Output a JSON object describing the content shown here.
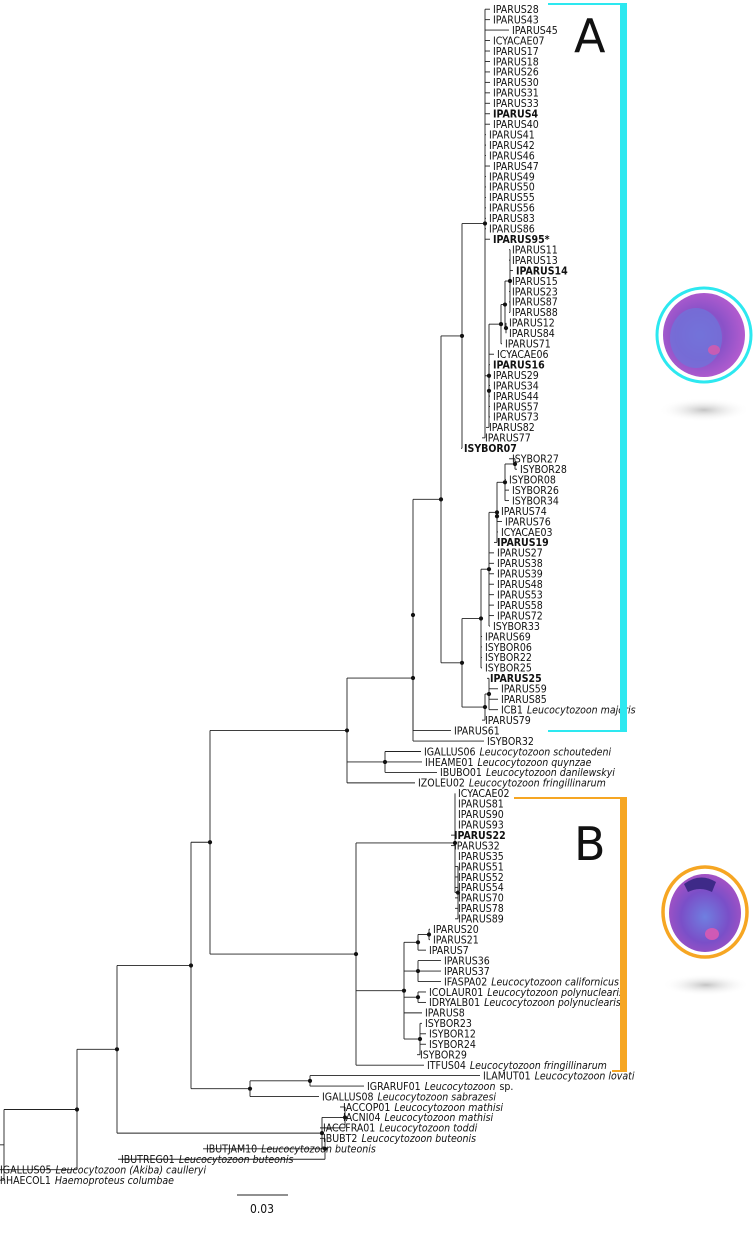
{
  "figure": {
    "scale_bar": "0.03"
  },
  "clades": [
    {
      "label": "A",
      "color": "#2de8f0"
    },
    {
      "label": "B",
      "color": "#f6a623"
    }
  ],
  "taxa": [
    {
      "id": "IPARUS28"
    },
    {
      "id": "IPARUS43"
    },
    {
      "id": "IPARUS45"
    },
    {
      "id": "ICYACAE07"
    },
    {
      "id": "IPARUS17"
    },
    {
      "id": "IPARUS18"
    },
    {
      "id": "IPARUS26"
    },
    {
      "id": "IPARUS30"
    },
    {
      "id": "IPARUS31"
    },
    {
      "id": "IPARUS33"
    },
    {
      "id": "IPARUS4",
      "bold": true
    },
    {
      "id": "IPARUS40"
    },
    {
      "id": "IPARUS41"
    },
    {
      "id": "IPARUS42"
    },
    {
      "id": "IPARUS46"
    },
    {
      "id": "IPARUS47"
    },
    {
      "id": "IPARUS49"
    },
    {
      "id": "IPARUS50"
    },
    {
      "id": "IPARUS55"
    },
    {
      "id": "IPARUS56"
    },
    {
      "id": "IPARUS83"
    },
    {
      "id": "IPARUS86"
    },
    {
      "id": "IPARUS95*",
      "bold": true
    },
    {
      "id": "IPARUS11"
    },
    {
      "id": "IPARUS13"
    },
    {
      "id": "IPARUS14",
      "bold": true
    },
    {
      "id": "IPARUS15"
    },
    {
      "id": "IPARUS23"
    },
    {
      "id": "IPARUS87"
    },
    {
      "id": "IPARUS88"
    },
    {
      "id": "IPARUS12"
    },
    {
      "id": "IPARUS84"
    },
    {
      "id": "IPARUS71"
    },
    {
      "id": "ICYACAE06"
    },
    {
      "id": "IPARUS16",
      "bold": true
    },
    {
      "id": "IPARUS29"
    },
    {
      "id": "IPARUS34"
    },
    {
      "id": "IPARUS44"
    },
    {
      "id": "IPARUS57"
    },
    {
      "id": "IPARUS73"
    },
    {
      "id": "IPARUS82"
    },
    {
      "id": "IPARUS77"
    },
    {
      "id": "ISYBOR07",
      "bold": true
    },
    {
      "id": "ISYBOR27"
    },
    {
      "id": "ISYBOR28"
    },
    {
      "id": "ISYBOR08"
    },
    {
      "id": "ISYBOR26"
    },
    {
      "id": "ISYBOR34"
    },
    {
      "id": "IPARUS74"
    },
    {
      "id": "IPARUS76"
    },
    {
      "id": "ICYACAE03"
    },
    {
      "id": "IPARUS19",
      "bold": true
    },
    {
      "id": "IPARUS27"
    },
    {
      "id": "IPARUS38"
    },
    {
      "id": "IPARUS39"
    },
    {
      "id": "IPARUS48"
    },
    {
      "id": "IPARUS53"
    },
    {
      "id": "IPARUS58"
    },
    {
      "id": "IPARUS72"
    },
    {
      "id": "ISYBOR33"
    },
    {
      "id": "IPARUS69"
    },
    {
      "id": "ISYBOR06"
    },
    {
      "id": "ISYBOR22"
    },
    {
      "id": "ISYBOR25"
    },
    {
      "id": "IPARUS25",
      "bold": true
    },
    {
      "id": "IPARUS59"
    },
    {
      "id": "IPARUS85"
    },
    {
      "id": "ICB1",
      "species": "Leucocytozoon majoris"
    },
    {
      "id": "IPARUS79"
    },
    {
      "id": "IPARUS61"
    },
    {
      "id": "ISYBOR32"
    },
    {
      "id": "IGALLUS06",
      "species": "Leucocytozoon schoutedeni"
    },
    {
      "id": "IHEAME01",
      "species": "Leucocytozoon quynzae"
    },
    {
      "id": "IBUBO01",
      "species": "Leucocytozoon danilewskyi"
    },
    {
      "id": "IZOLEU02",
      "species": "Leucocytozoon fringillinarum"
    },
    {
      "id": "ICYACAE02"
    },
    {
      "id": "IPARUS81"
    },
    {
      "id": "IPARUS90"
    },
    {
      "id": "IPARUS93"
    },
    {
      "id": "IPARUS22",
      "bold": true
    },
    {
      "id": "IPARUS32"
    },
    {
      "id": "IPARUS35"
    },
    {
      "id": "IPARUS51"
    },
    {
      "id": "IPARUS52"
    },
    {
      "id": "IPARUS54"
    },
    {
      "id": "IPARUS70"
    },
    {
      "id": "IPARUS78"
    },
    {
      "id": "IPARUS89"
    },
    {
      "id": "IPARUS20"
    },
    {
      "id": "IPARUS21"
    },
    {
      "id": "IPARUS7"
    },
    {
      "id": "IPARUS36"
    },
    {
      "id": "IPARUS37"
    },
    {
      "id": "IFASPA02",
      "species": "Leucocytozoon californicus"
    },
    {
      "id": "ICOLAUR01",
      "species": "Leucocytozoon polynuclearis"
    },
    {
      "id": "IDRYALB01",
      "species": "Leucocytozoon polynuclearis"
    },
    {
      "id": "IPARUS8"
    },
    {
      "id": "ISYBOR23"
    },
    {
      "id": "ISYBOR12"
    },
    {
      "id": "ISYBOR24"
    },
    {
      "id": "ISYBOR29"
    },
    {
      "id": "ITFUS04",
      "species": "Leucocytozoon fringillinarum"
    },
    {
      "id": "ILAMUT01",
      "species": "Leucocytozoon lovati"
    },
    {
      "id": "IGRARUF01",
      "species": "Leucocytozoon",
      "suffix": "sp."
    },
    {
      "id": "IGALLUS08",
      "species": "Leucocytozoon sabrazesi"
    },
    {
      "id": "IACCOP01",
      "species": "Leucocytozoon mathisi"
    },
    {
      "id": "IACNI04",
      "species": "Leucocytozoon mathisi"
    },
    {
      "id": "IACCFRA01",
      "species": "Leucocytozoon toddi"
    },
    {
      "id": "IBUBT2",
      "species": "Leucocytozoon buteonis"
    },
    {
      "id": "IBUTJAM10",
      "species": "Leucocytozoon buteonis"
    },
    {
      "id": "IBUTREG01",
      "species": "Leucocytozoon buteonis"
    },
    {
      "id": "IGALLUS05",
      "species": "Leucocytozoon (Akiba) caulleryi"
    },
    {
      "id": "hHAECOL1",
      "species": "Haemoproteus columbae"
    }
  ]
}
